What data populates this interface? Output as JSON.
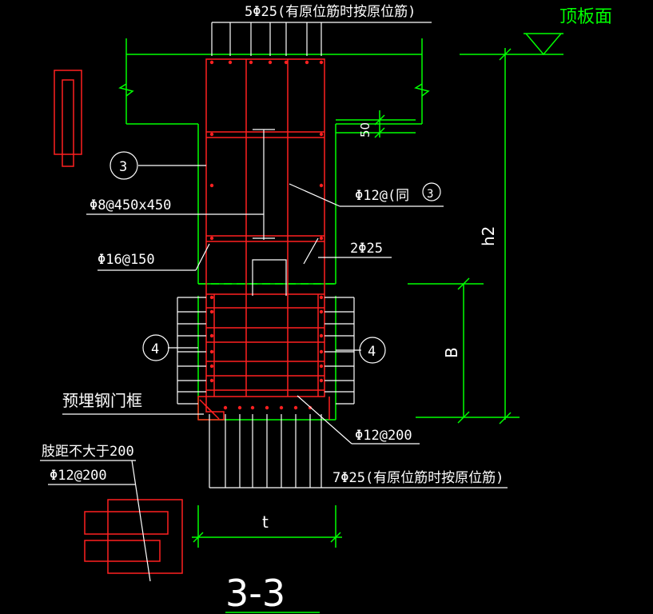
{
  "drawing": {
    "section_title": "3-3",
    "roof_label": "顶板面",
    "top_bars": "5Φ25(有原位筋时按原位筋)",
    "bottom_bars": "7Φ25(有原位筋时按原位筋)",
    "tie_mesh": "Φ8@450x450",
    "stirrup_150": "Φ16@150",
    "stirrup_ref": "Φ12@(同",
    "callout_3": "3",
    "callout_4": "4",
    "waist_bars": "2Φ25",
    "stirrup_200": "Φ12@200",
    "embedded_frame": "预埋钢门框",
    "leg_spacing": "肢距不大于200",
    "leg_stirrup": "Φ12@200",
    "dim_50": "50",
    "dim_h2": "h2",
    "dim_B": "B",
    "dim_t": "t"
  },
  "colors": {
    "background": "#000000",
    "concrete": "#00ff00",
    "rebar": "#ff2020",
    "leader": "#ffffff"
  }
}
